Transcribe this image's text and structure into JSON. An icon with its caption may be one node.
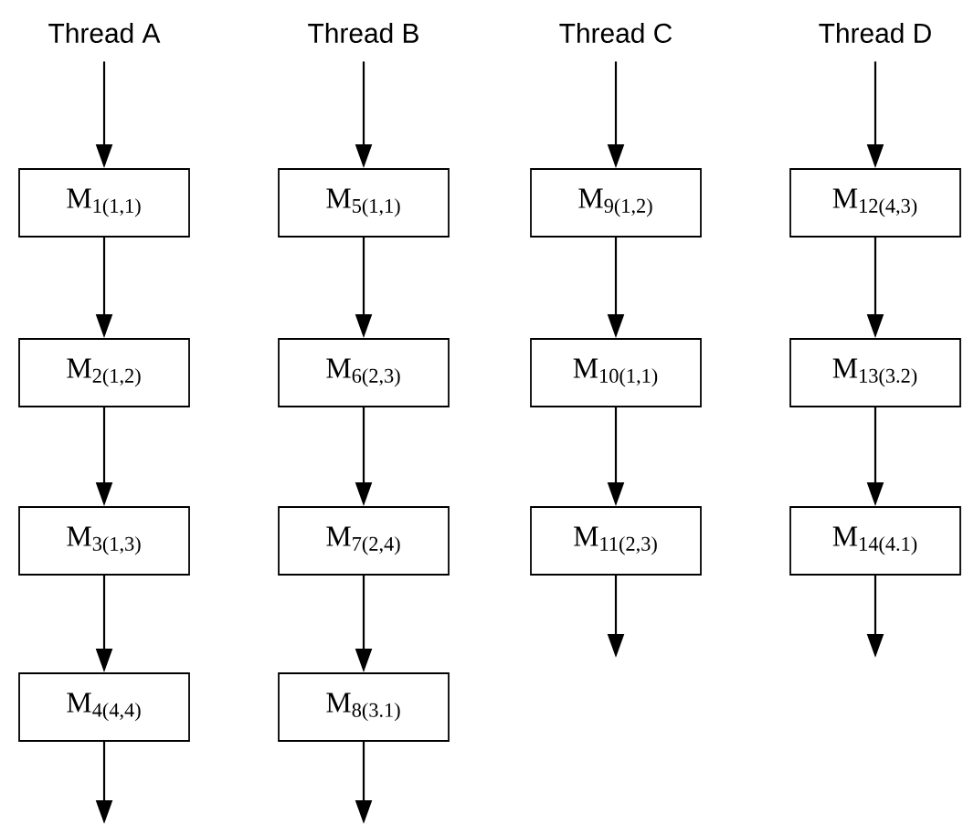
{
  "diagram": {
    "nodes": [
      {
        "text": [
          "Thread A"
        ]
      },
      {
        "text": [
          "Thread B"
        ]
      },
      {
        "text": [
          "Thread C"
        ]
      },
      {
        "text": [
          "Thread D"
        ]
      },
      {
        "text": [
          "M$_{1(1,1)}$"
        ]
      },
      {
        "text": [
          "M$_{2(1,2)}$"
        ]
      },
      {
        "text": [
          "M$_{3(1,3)}$"
        ]
      },
      {
        "text": [
          "M$_{4(4,4)}$"
        ]
      },
      {
        "text": [
          "M$_{5(1,1)}$"
        ]
      },
      {
        "text": [
          "M$_{6(2,3)}$"
        ]
      },
      {
        "text": [
          "M$_{7(2,4)}$"
        ]
      },
      {
        "text": [
          "M$_{8(3.1)}$"
        ]
      },
      {
        "text": [
          "M$_{9(1,2)}$"
        ]
      },
      {
        "text": [
          "M$_{10(1,1)}$"
        ]
      },
      {
        "text": [
          "M$_{11(2,3)}$"
        ]
      },
      {
        "text": [
          "M$_{12(4,3)}$"
        ]
      },
      {
        "text": [
          "M$_{13(3.2)}$"
        ]
      },
      {
        "text": [
          "M$_{14(4.1)}$"
        ]
      }
    ],
    "edges": [
      {
        "from": 0,
        "to": 4,
        "arrow": "to"
      },
      {
        "from": 4,
        "to": 5,
        "arrow": "to"
      },
      {
        "from": 5,
        "to": 6,
        "arrow": "to"
      },
      {
        "from": 6,
        "to": 7,
        "arrow": "to"
      },
      {
        "from": 7,
        "to": null,
        "arrow": "to"
      },
      {
        "from": 1,
        "to": 8,
        "arrow": "to"
      },
      {
        "from": 8,
        "to": 9,
        "arrow": "to"
      },
      {
        "from": 9,
        "to": 10,
        "arrow": "to"
      },
      {
        "from": 10,
        "to": 11,
        "arrow": "to"
      },
      {
        "from": 11,
        "to": null,
        "arrow": "to"
      },
      {
        "from": 2,
        "to": 12,
        "arrow": "to"
      },
      {
        "from": 12,
        "to": 13,
        "arrow": "to"
      },
      {
        "from": 13,
        "to": 14,
        "arrow": "to"
      },
      {
        "from": 14,
        "to": null,
        "arrow": "to"
      },
      {
        "from": 3,
        "to": 15,
        "arrow": "to"
      },
      {
        "from": 15,
        "to": 16,
        "arrow": "to"
      },
      {
        "from": 16,
        "to": 17,
        "arrow": "to"
      },
      {
        "from": 17,
        "to": null,
        "arrow": "to"
      }
    ]
  }
}
